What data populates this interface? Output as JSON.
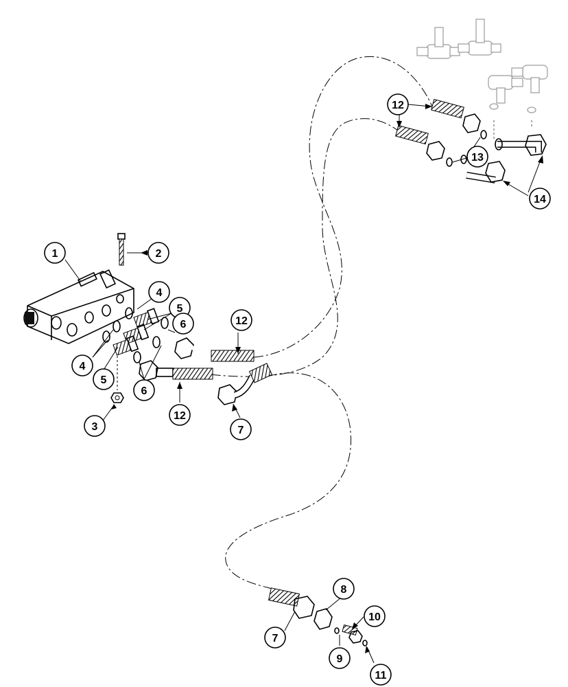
{
  "diagram": {
    "callouts": [
      {
        "id": "c1",
        "label": "1"
      },
      {
        "id": "c2",
        "label": "2"
      },
      {
        "id": "c3",
        "label": "3"
      },
      {
        "id": "c4a",
        "label": "4"
      },
      {
        "id": "c4b",
        "label": "4"
      },
      {
        "id": "c5a",
        "label": "5"
      },
      {
        "id": "c5b",
        "label": "5"
      },
      {
        "id": "c6a",
        "label": "6"
      },
      {
        "id": "c6b",
        "label": "6"
      },
      {
        "id": "c7a",
        "label": "7"
      },
      {
        "id": "c7b",
        "label": "7"
      },
      {
        "id": "c8",
        "label": "8"
      },
      {
        "id": "c9",
        "label": "9"
      },
      {
        "id": "c10",
        "label": "10"
      },
      {
        "id": "c11",
        "label": "11"
      },
      {
        "id": "c12a",
        "label": "12"
      },
      {
        "id": "c12b",
        "label": "12"
      },
      {
        "id": "c12c",
        "label": "12"
      },
      {
        "id": "c13",
        "label": "13"
      },
      {
        "id": "c14",
        "label": "14"
      }
    ]
  }
}
